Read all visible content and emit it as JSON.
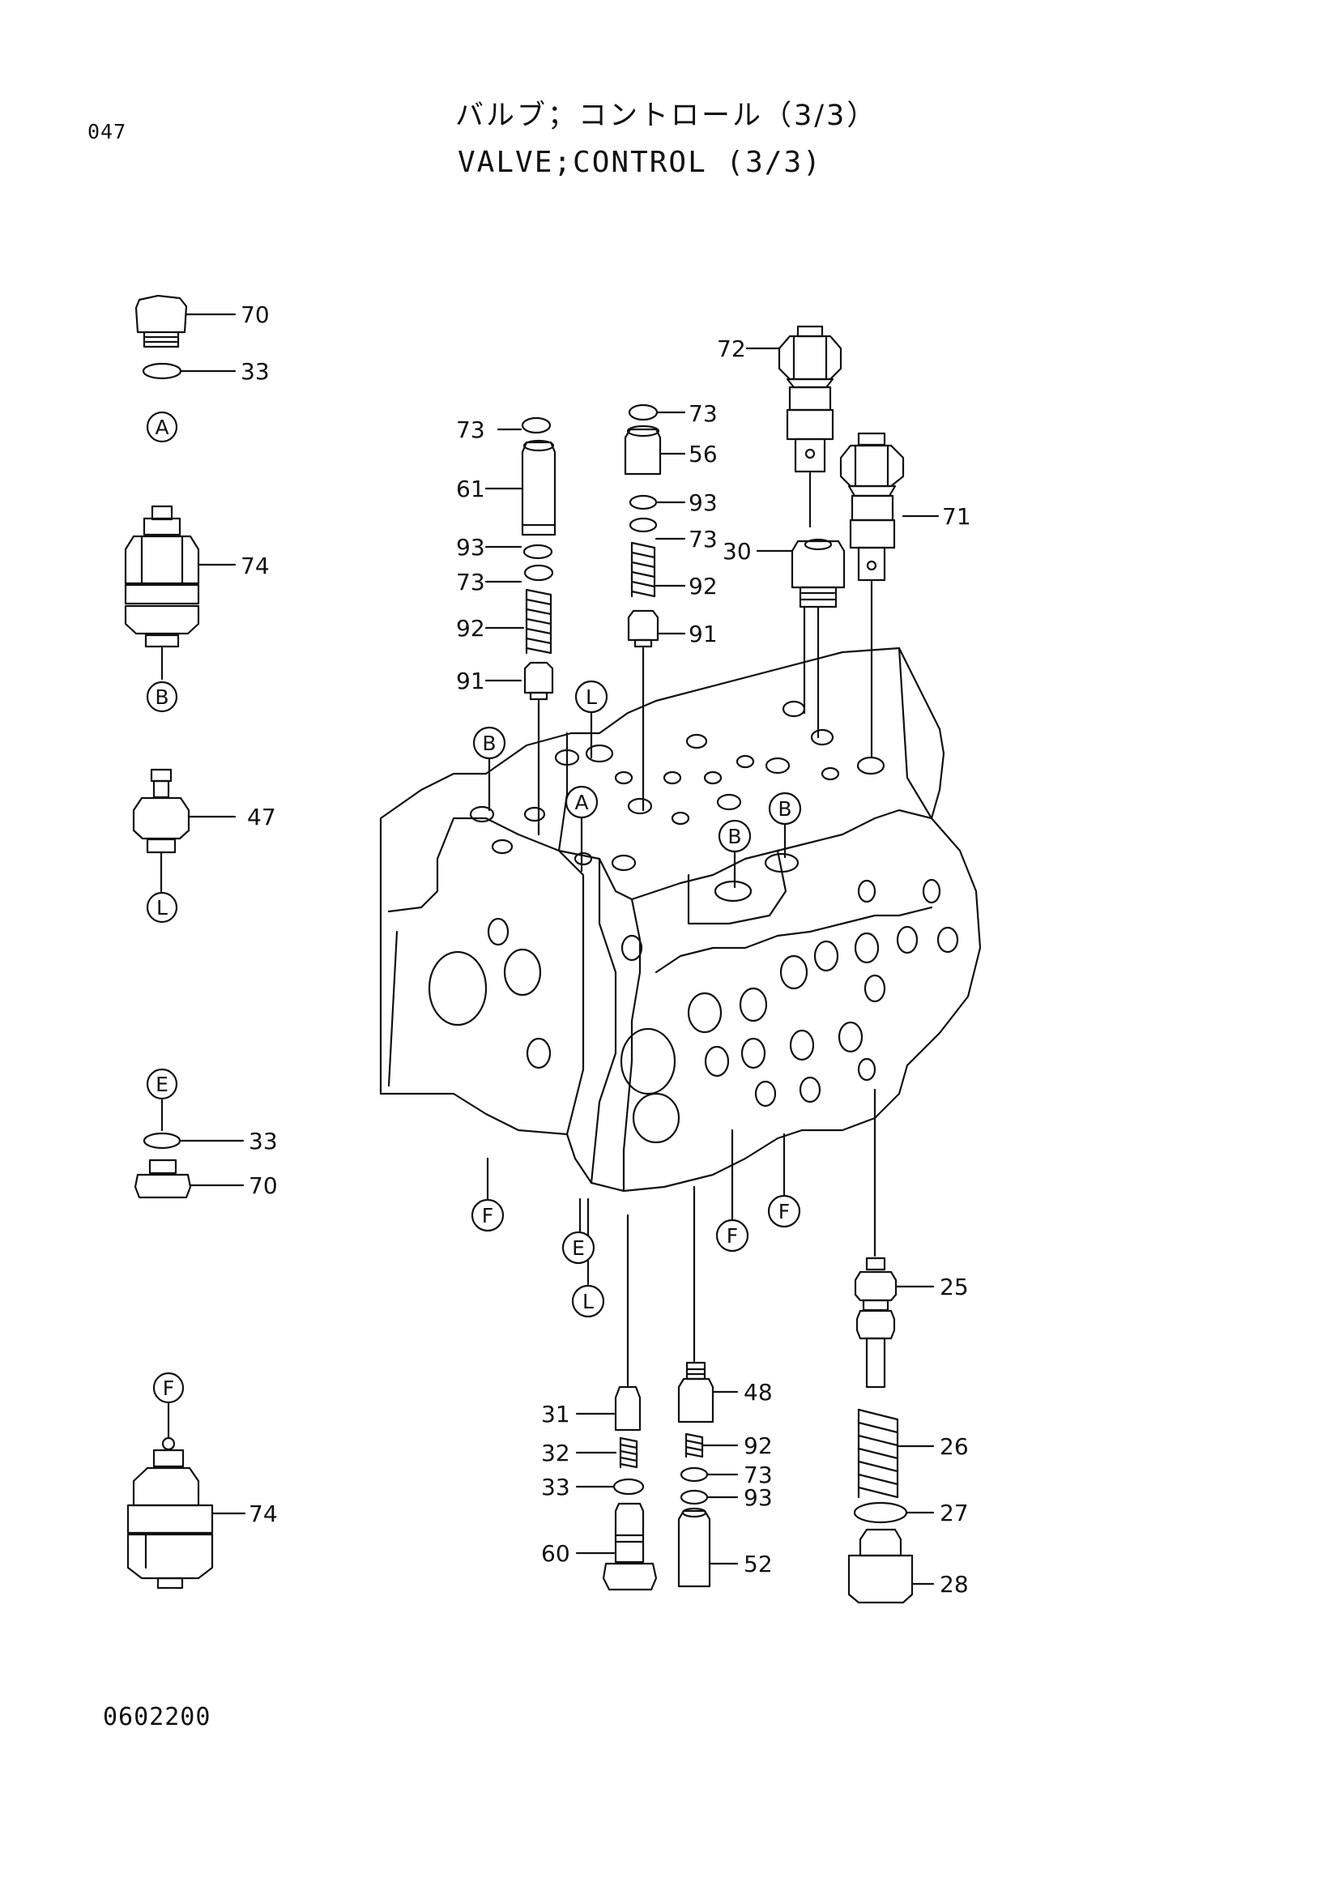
{
  "page_number": "047",
  "title_jp": "バルブ；コントロール（3/3）",
  "title_en": "VALVE;CONTROL (3/3)",
  "drawing_number": "0602200",
  "parts": {
    "p70a": "70",
    "p33a": "33",
    "p74a": "74",
    "p47": "47",
    "p33b": "33",
    "p70b": "70",
    "p74b": "74",
    "p73a": "73",
    "p61": "61",
    "p93a": "93",
    "p73b": "73",
    "p92a": "92",
    "p91a": "91",
    "p73c": "73",
    "p56": "56",
    "p93b": "93",
    "p73d": "73",
    "p92b": "92",
    "p91b": "91",
    "p72": "72",
    "p30": "30",
    "p71": "71",
    "p25": "25",
    "p26": "26",
    "p27": "27",
    "p28": "28",
    "p31": "31",
    "p32": "32",
    "p33c": "33",
    "p60": "60",
    "p48": "48",
    "p92c": "92",
    "p73e": "73",
    "p93c": "93",
    "p52": "52"
  },
  "callouts": {
    "cA1": "A",
    "cB1": "B",
    "cL1": "L",
    "cE1": "E",
    "cF1": "F",
    "cL2": "L",
    "cB2": "B",
    "cA2": "A",
    "cB3": "B",
    "cB4": "B",
    "cF2": "F",
    "cE2": "E",
    "cL3": "L",
    "cF3": "F",
    "cF4": "F"
  }
}
